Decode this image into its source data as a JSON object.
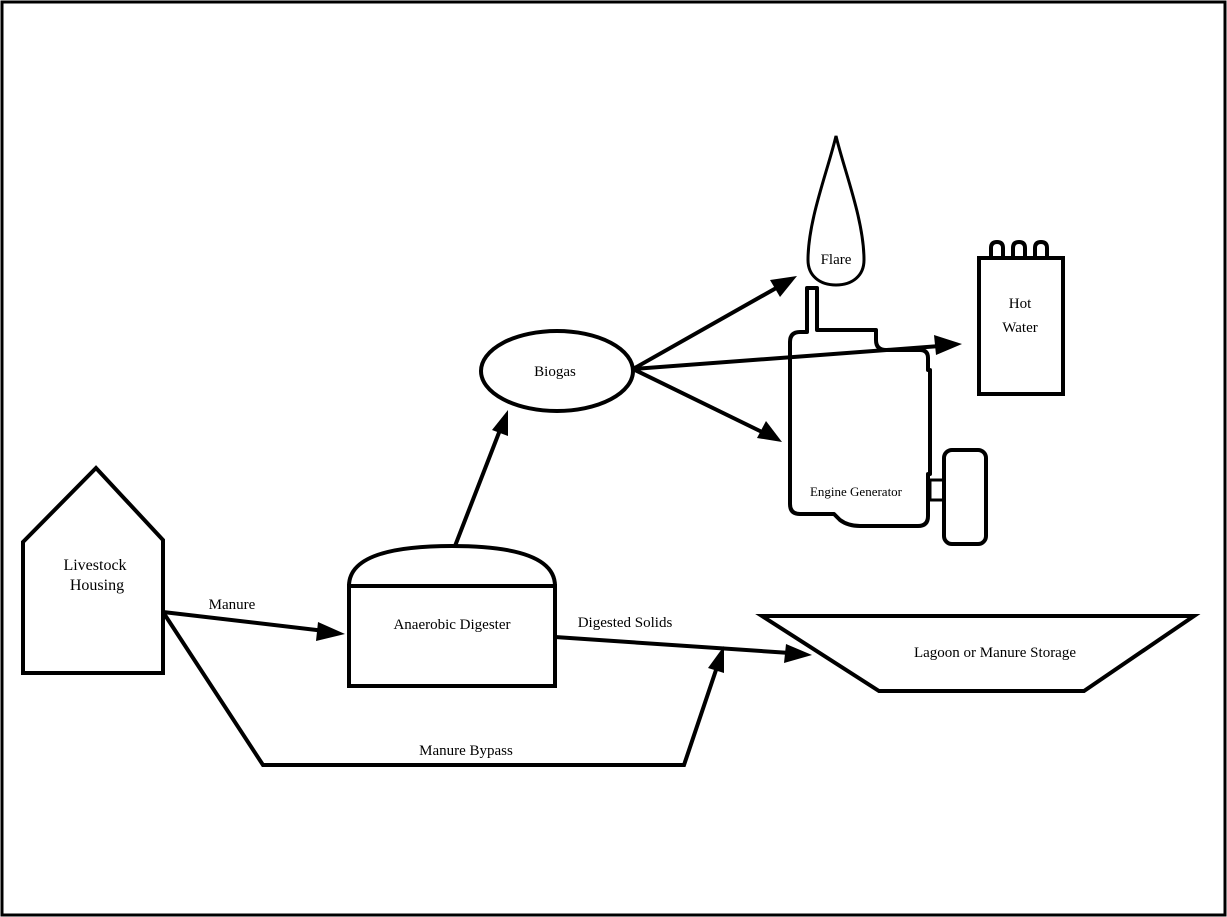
{
  "nodes": {
    "livestock_housing": {
      "line1": "Livestock",
      "line2": "Housing"
    },
    "anaerobic_digester": {
      "label": "Anaerobic Digester"
    },
    "biogas": {
      "label": "Biogas"
    },
    "flare": {
      "label": "Flare"
    },
    "hot_water": {
      "line1": "Hot",
      "line2": "Water"
    },
    "engine_generator": {
      "label": "Engine Generator"
    },
    "lagoon": {
      "label": "Lagoon or Manure Storage"
    }
  },
  "edges": {
    "manure": "Manure",
    "digested_solids": "Digested Solids",
    "manure_bypass": "Manure Bypass"
  },
  "colors": {
    "stroke": "#000000",
    "background": "#ffffff"
  }
}
